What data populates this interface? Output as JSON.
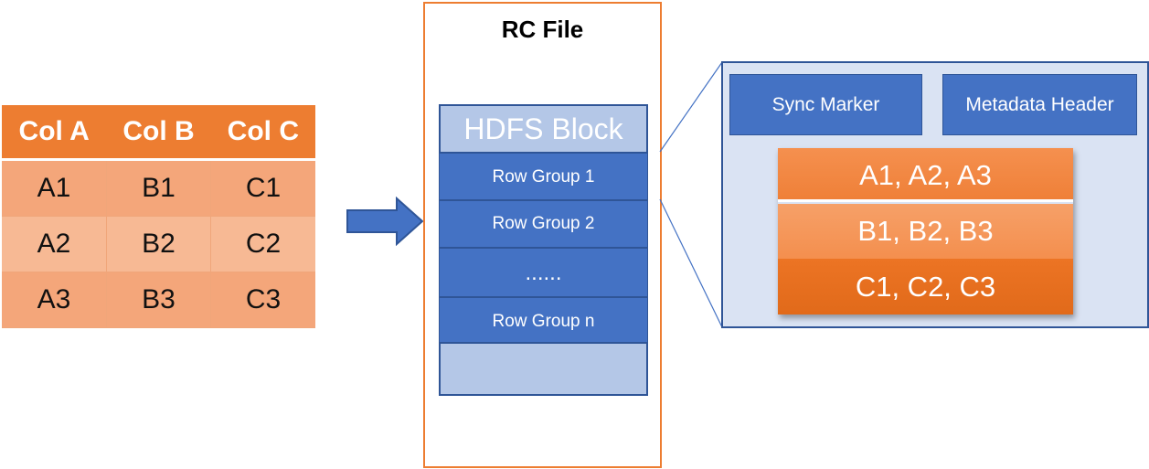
{
  "table": {
    "headers": [
      "Col A",
      "Col B",
      "Col C"
    ],
    "rows": [
      [
        "A1",
        "B1",
        "C1"
      ],
      [
        "A2",
        "B2",
        "C2"
      ],
      [
        "A3",
        "B3",
        "C3"
      ]
    ]
  },
  "rc_file": {
    "title": "RC File",
    "hdfs_block_label": "HDFS Block",
    "row_groups": [
      "Row Group 1",
      "Row Group 2",
      "......",
      "Row Group n"
    ]
  },
  "row_group_detail": {
    "sync_marker": "Sync Marker",
    "metadata_header": "Metadata Header",
    "columns": [
      "A1, A2, A3",
      "B1, B2, B3",
      "C1, C2, C3"
    ]
  },
  "colors": {
    "orange": "#ed7d31",
    "blue": "#4472c4",
    "light_blue": "#b4c7e7",
    "panel_blue": "#dae3f3",
    "dark_blue": "#2f5597"
  }
}
